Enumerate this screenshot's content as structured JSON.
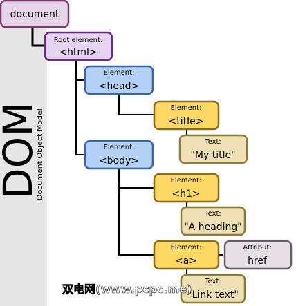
{
  "banner": {
    "title": "DOM",
    "subtitle": "Document Object Model"
  },
  "nodes": {
    "document": {
      "label": "document"
    },
    "html": {
      "kind": "Root element:",
      "name": "<html>"
    },
    "head": {
      "kind": "Element:",
      "name": "<head>"
    },
    "title": {
      "kind": "Element:",
      "name": "<title>"
    },
    "title_text": {
      "kind": "Text:",
      "name": "\"My title\""
    },
    "body": {
      "kind": "Element:",
      "name": "<body>"
    },
    "h1": {
      "kind": "Element:",
      "name": "<h1>"
    },
    "h1_text": {
      "kind": "Text:",
      "name": "\"A heading\""
    },
    "a": {
      "kind": "Element:",
      "name": "<a>"
    },
    "a_attr": {
      "kind": "Attribut:",
      "name": "href"
    },
    "a_text": {
      "kind": "Text:",
      "name": "\"Link text\""
    }
  },
  "watermark": "双电网(www.pcpc.me)",
  "colors": {
    "document": "#e8d4e8",
    "root": "#e6d3f2",
    "head_body": "#b3d1f5",
    "element": "#ffd966",
    "text": "#eee0b4",
    "attribute": "#e6dfe6",
    "banner": "#e6e6e6"
  }
}
